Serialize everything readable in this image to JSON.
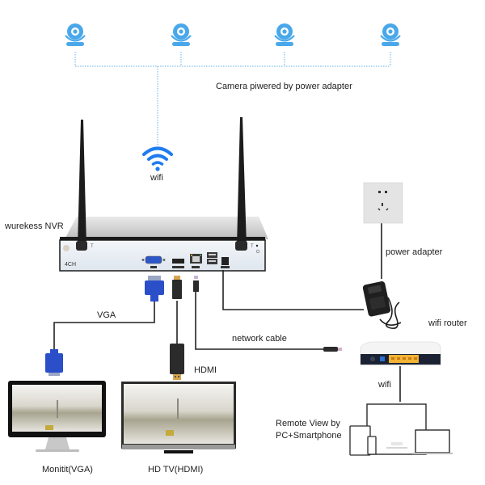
{
  "diagram": {
    "cameras": [
      {
        "icon": "ip-camera-icon"
      },
      {
        "icon": "ip-camera-icon"
      },
      {
        "icon": "ip-camera-icon"
      },
      {
        "icon": "ip-camera-icon"
      }
    ],
    "camera_note": "Camera piwered by power adapter",
    "wifi_top_label": "wifi",
    "nvr_label": "wurekess NVR",
    "nvr_channel_badge": "4CH",
    "power_adapter_label": "power adapter",
    "wifi_router_label": "wifi router",
    "vga_label": "VGA",
    "hdmi_label": "HDMI",
    "network_cable_label": "network cable",
    "wifi_bottom_label": "wifi",
    "remote_view_line1": "Remote View by",
    "remote_view_line2": "PC+Smartphone",
    "monitor_label": "Monitit(VGA)",
    "tv_label": "HD TV(HDMI)"
  },
  "colors": {
    "camera_blue": "#4aa8ea",
    "wifi_blue": "#1e7cf0",
    "dotted_line": "#7fbff0",
    "vga_blue": "#2a4fc9",
    "cable": "#222222",
    "router_ports": "#f2b233"
  }
}
